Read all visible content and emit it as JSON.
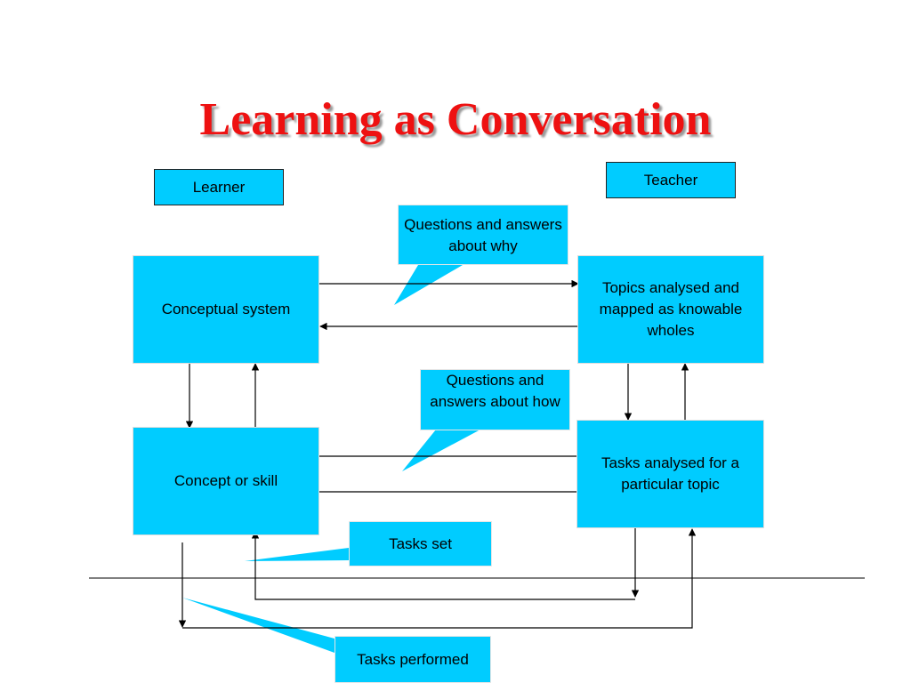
{
  "title": "Learning as Conversation",
  "roles": {
    "learner": "Learner",
    "teacher": "Teacher"
  },
  "nodes": {
    "conceptual_system": "Conceptual system",
    "topics": "Topics analysed and mapped as knowable wholes",
    "concept_skill": "Concept or skill",
    "tasks_analysed": "Tasks analysed for a particular topic"
  },
  "callouts": {
    "why": "Questions and answers about why",
    "how": "Questions and answers about how",
    "tasks_set": "Tasks set",
    "tasks_performed": "Tasks performed"
  },
  "colors": {
    "box_fill": "#00ccff",
    "title": "#ee1111",
    "line": "#000000"
  }
}
